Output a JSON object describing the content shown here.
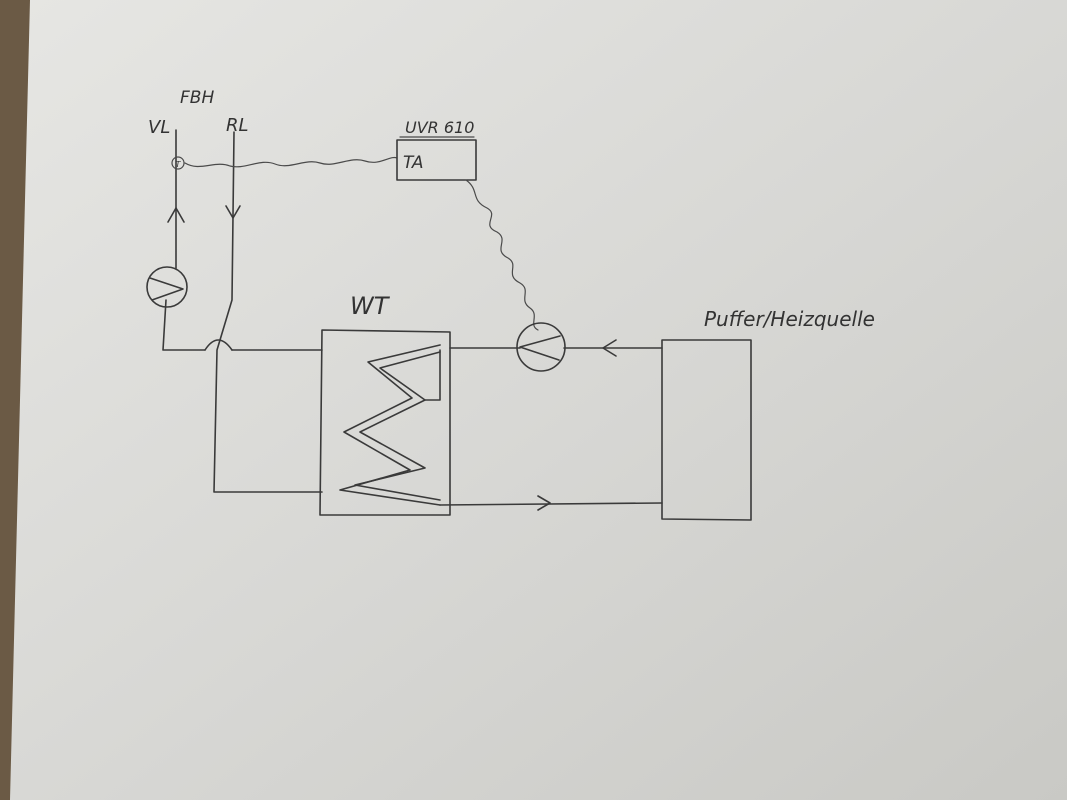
{
  "labels": {
    "circuit": "FBH",
    "supply": "VL",
    "return": "RL",
    "controller": "UVR 610",
    "controller_port": "TA",
    "heat_exchanger": "WT",
    "buffer": "Puffer/Heizquelle",
    "sensor": "T"
  },
  "colors": {
    "paper": "#d9d9d6",
    "ink": "#3a3a3a",
    "background": "#6b5a45"
  }
}
